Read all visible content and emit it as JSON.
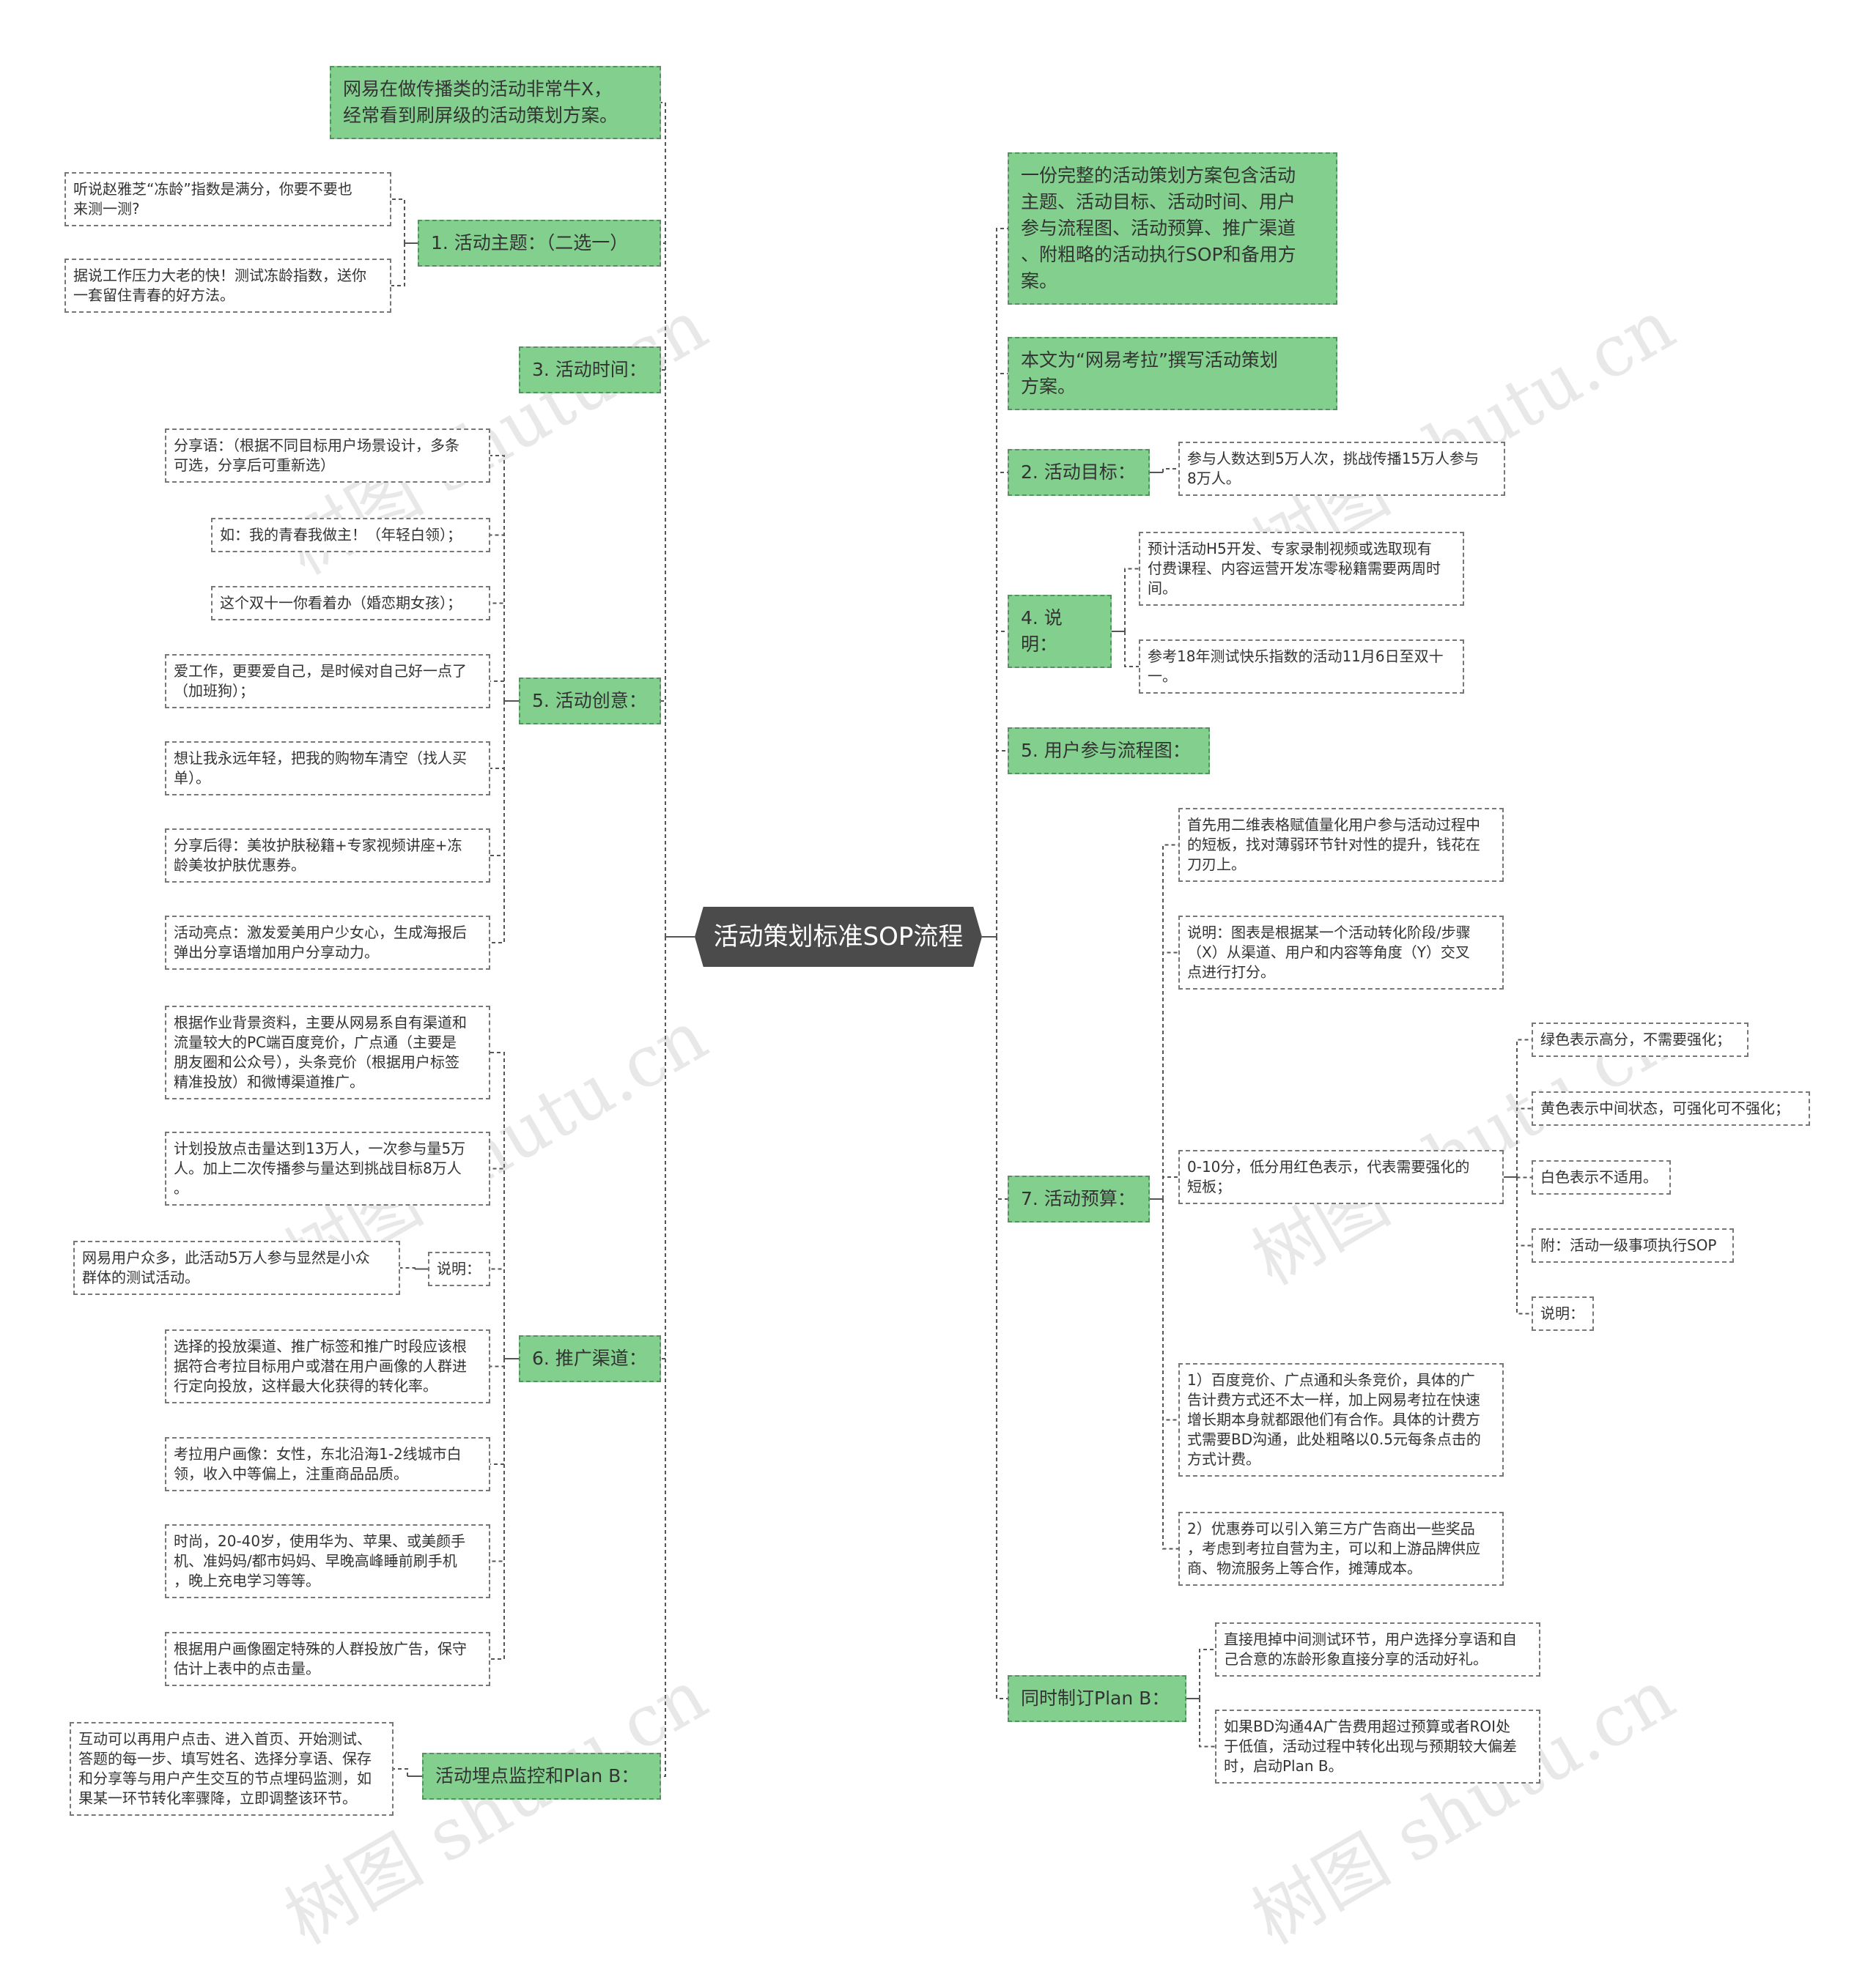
{
  "root": "活动策划标准SOP流程",
  "left": {
    "intro": "网易在做传播类的活动非常牛X，\n经常看到刷屏级的活动策划方案。",
    "theme": {
      "label": "1. 活动主题：（二选一）",
      "items": [
        "听说赵雅芝“冻龄”指数是满分，你要不要也\n来测一测?",
        "据说工作压力大老的快！测试冻龄指数，送你\n一套留住青春的好方法。"
      ]
    },
    "time": {
      "label": "3. 活动时间："
    },
    "creative": {
      "label": "5. 活动创意：",
      "items": [
        "分享语：（根据不同目标用户场景设计，多条\n可选，分享后可重新选）",
        "如：我的青春我做主！（年轻白领）；",
        "这个双十一你看着办（婚恋期女孩）；",
        "爱工作，更要爱自己，是时候对自己好一点了\n（加班狗）；",
        "想让我永远年轻，把我的购物车清空（找人买\n单）。",
        "分享后得：美妆护肤秘籍+专家视频讲座+冻\n龄美妆护肤优惠券。",
        "活动亮点：激发爱美用户少女心，生成海报后\n弹出分享语增加用户分享动力。"
      ]
    },
    "channel": {
      "label": "6. 推广渠道：",
      "items": [
        "根据作业背景资料，主要从网易系自有渠道和\n流量较大的PC端百度竞价，广点通（主要是\n朋友圈和公众号），头条竞价（根据用户标签\n精准投放）和微博渠道推广。",
        "计划投放点击量达到13万人，一次参与量5万\n人。加上二次传播参与量达到挑战目标8万人\n。",
        "说明：",
        "选择的投放渠道、推广标签和推广时段应该根\n据符合考拉目标用户或潜在用户画像的人群进\n行定向投放，这样最大化获得的转化率。",
        "考拉用户画像：女性，东北沿海1-2线城市白\n领，收入中等偏上，注重商品品质。",
        "时尚，20-40岁，使用华为、苹果、或美颜手\n机、准妈妈/都市妈妈、早晚高峰睡前刷手机\n，晚上充电学习等等。",
        "根据用户画像圈定特殊的人群投放广告，保守\n估计上表中的点击量。"
      ],
      "note": "网易用户众多，此活动5万人参与显然是小众\n群体的测试活动。"
    },
    "monitor": {
      "label": "活动埋点监控和Plan B：",
      "item": "互动可以再用户点击、进入首页、开始测试、\n答题的每一步、填写姓名、选择分享语、保存\n和分享等与用户产生交互的节点埋码监测，如\n果某一环节转化率骤降，立即调整该环节。"
    }
  },
  "right": {
    "intro1": "一份完整的活动策划方案包含活动\n主题、活动目标、活动时间、用户\n参与流程图、活动预算、推广渠道\n、附粗略的活动执行SOP和备用方\n案。",
    "intro2": "本文为“网易考拉”撰写活动策划\n方案。",
    "goal": {
      "label": "2. 活动目标：",
      "item": "参与人数达到5万人次，挑战传播15万人参与\n8万人。"
    },
    "note": {
      "label": "4. 说明：",
      "items": [
        "预计活动H5开发、专家录制视频或选取现有\n付费课程、内容运营开发冻零秘籍需要两周时\n间。",
        "参考18年测试快乐指数的活动11月6日至双十\n一。"
      ]
    },
    "flow": {
      "label": "5. 用户参与流程图："
    },
    "budget": {
      "label": "7. 活动预算：",
      "items": [
        "首先用二维表格赋值量化用户参与活动过程中\n的短板，找对薄弱环节针对性的提升，钱花在\n刀刃上。",
        "说明：图表是根据某一个活动转化阶段/步骤\n（X）从渠道、用户和内容等角度（Y）交叉\n点进行打分。",
        "0-10分，低分用红色表示，代表需要强化的\n短板；",
        "1）百度竞价、广点通和头条竞价，具体的广\n告计费方式还不太一样，加上网易考拉在快速\n增长期本身就都跟他们有合作。具体的计费方\n式需要BD沟通，此处粗略以0.5元每条点击的\n方式计费。",
        "2）优惠券可以引入第三方广告商出一些奖品\n，考虑到考拉自营为主，可以和上游品牌供应\n商、物流服务上等合作，摊薄成本。"
      ],
      "sub": [
        "绿色表示高分，不需要强化；",
        "黄色表示中间状态，可强化可不强化；",
        "白色表示不适用。",
        "附：活动一级事项执行SOP",
        "说明："
      ]
    },
    "planb": {
      "label": "同时制订Plan B：",
      "items": [
        "直接甩掉中间测试环节，用户选择分享语和自\n己合意的冻龄形象直接分享的活动好礼。",
        "如果BD沟通4A广告费用超过预算或者ROI处\n于低值，活动过程中转化出现与预期较大偏差\n时，启动Plan B。"
      ]
    }
  },
  "watermark": "树图 shutu.cn",
  "colors": {
    "green": "#83d08e",
    "root": "#4b4b4b",
    "line": "#555555"
  }
}
